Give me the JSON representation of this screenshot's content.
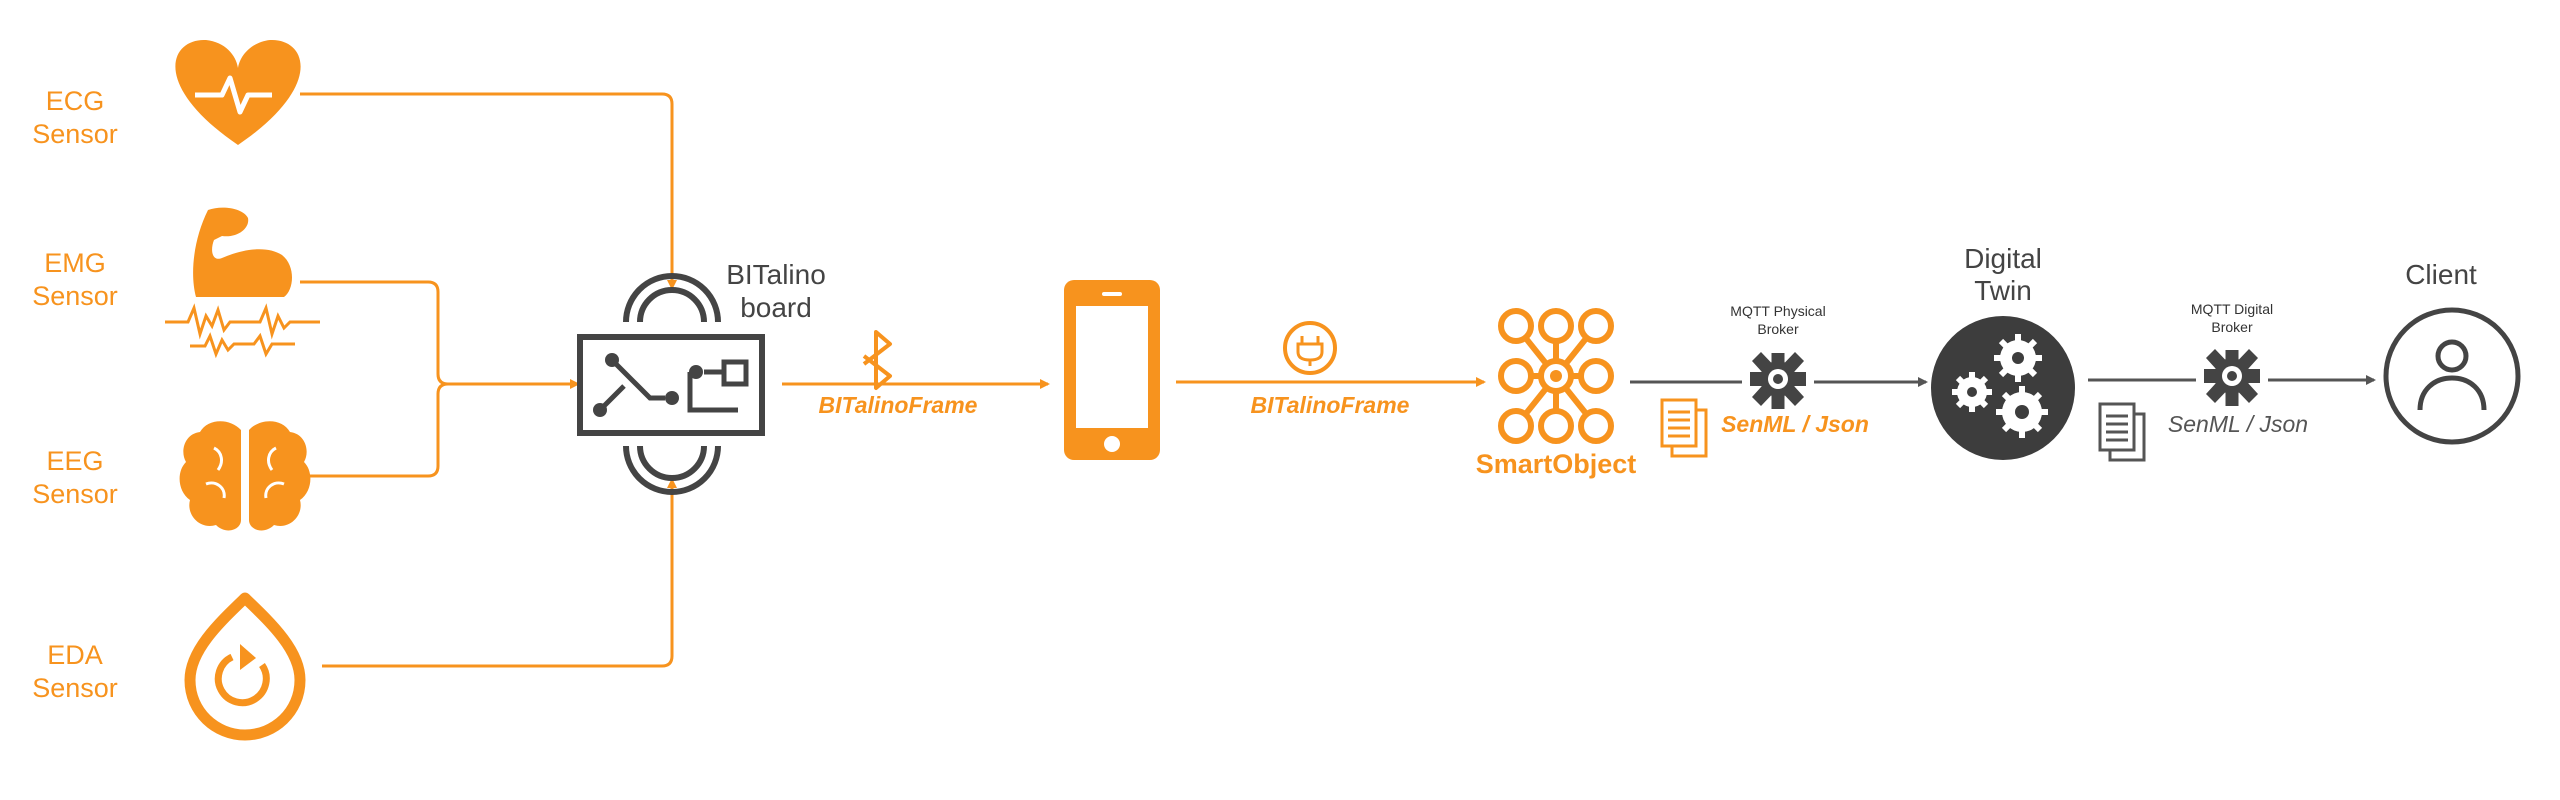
{
  "sensors": {
    "ecg": {
      "line1": "ECG",
      "line2": "Sensor"
    },
    "emg": {
      "line1": "EMG",
      "line2": "Sensor"
    },
    "eeg": {
      "line1": "EEG",
      "line2": "Sensor"
    },
    "eda": {
      "line1": "EDA",
      "line2": "Sensor"
    }
  },
  "board": {
    "line1": "BITalino",
    "line2": "board"
  },
  "links": {
    "bluetooth_frame": "BITalinoFrame",
    "power_frame": "BITalinoFrame"
  },
  "smart_object": {
    "label": "SmartObject"
  },
  "physical_broker": {
    "line1": "MQTT Physical",
    "line2": "Broker",
    "format": "SenML / Json"
  },
  "digital_twin": {
    "line1": "Digital",
    "line2": "Twin"
  },
  "digital_broker": {
    "line1": "MQTT Digital",
    "line2": "Broker",
    "format": "SenML / Json"
  },
  "client": {
    "label": "Client"
  },
  "colors": {
    "accent": "#f7931e",
    "dark": "#444444",
    "twin_bg": "#3d3d3d"
  },
  "icons": [
    "heart-icon",
    "muscle-icon",
    "brain-icon",
    "droplet-icon",
    "circuit-board-icon",
    "bluetooth-icon",
    "smartphone-icon",
    "plug-icon",
    "network-icon",
    "document-icon",
    "gear-icon",
    "gears-icon",
    "user-icon"
  ]
}
